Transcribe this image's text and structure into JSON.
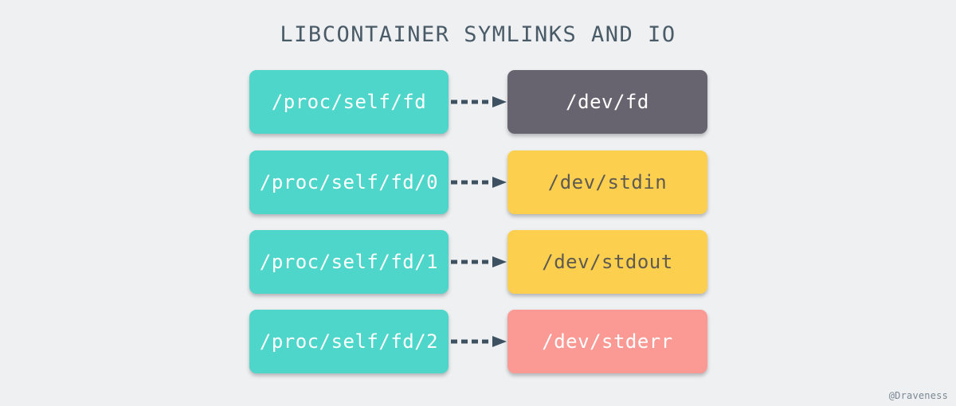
{
  "diagram": {
    "title": "LIBCONTAINER SYMLINKS AND IO",
    "background_color": "#eef0f1",
    "title_color": "#4a5b68",
    "arrow_color": "#3d5161",
    "arrow_style": "dashed-with-solid-arrowhead",
    "watermark": "@Draveness",
    "rows": [
      {
        "source": {
          "label": "/proc/self/fd",
          "fill": "#4fd6ca",
          "text_color": "#ffffff"
        },
        "target": {
          "label": "/dev/fd",
          "fill": "#67646f",
          "text_color": "#ffffff"
        }
      },
      {
        "source": {
          "label": "/proc/self/fd/0",
          "fill": "#4fd6ca",
          "text_color": "#ffffff"
        },
        "target": {
          "label": "/dev/stdin",
          "fill": "#fcd04e",
          "text_color": "#5f5a52"
        }
      },
      {
        "source": {
          "label": "/proc/self/fd/1",
          "fill": "#4fd6ca",
          "text_color": "#ffffff"
        },
        "target": {
          "label": "/dev/stdout",
          "fill": "#fcd04e",
          "text_color": "#5f5a52"
        }
      },
      {
        "source": {
          "label": "/proc/self/fd/2",
          "fill": "#4fd6ca",
          "text_color": "#ffffff"
        },
        "target": {
          "label": "/dev/stderr",
          "fill": "#fb9a95",
          "text_color": "#ffffff"
        }
      }
    ]
  }
}
